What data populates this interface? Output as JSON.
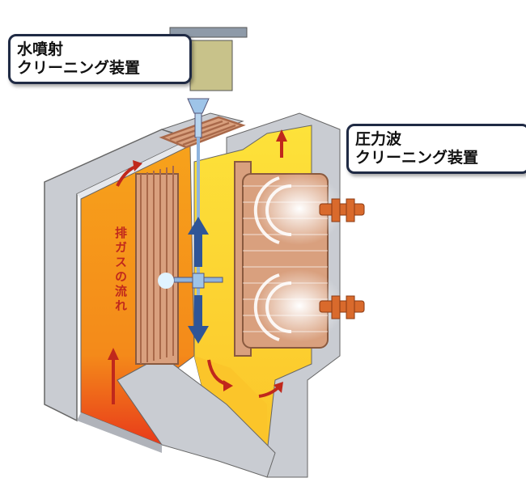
{
  "labels": {
    "water_jet_line1": "水噴射",
    "water_jet_line2": "クリーニング装置",
    "pressure_wave_line1": "圧力波",
    "pressure_wave_line2": "クリーニング装置",
    "gas_flow": "排ガスの流れ"
  },
  "colors": {
    "orange": "#f7a21b",
    "yellow": "#fde23a",
    "red": "#e8401c",
    "grey": "#c9ccd2",
    "arrow_red": "#c0281c",
    "arrow_blue": "#2f5597",
    "pipe": "#c98a63"
  }
}
